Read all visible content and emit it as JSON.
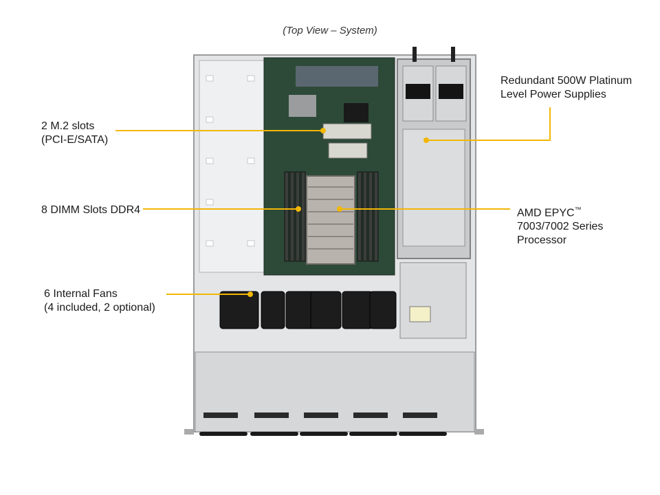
{
  "caption": "(Top View – System)",
  "callouts": {
    "m2": {
      "lines": [
        "2 M.2 slots",
        "(PCI-E/SATA)"
      ]
    },
    "dimm": {
      "lines": [
        "8 DIMM  Slots DDR4"
      ]
    },
    "fans": {
      "lines": [
        "6 Internal  Fans",
        "(4 included, 2 optional)"
      ]
    },
    "psu": {
      "lines": [
        "Redundant  500W Platinum",
        "Level Power Supplies"
      ]
    },
    "cpu": {
      "lines": [
        "AMD EPYC",
        "7003/7002 Series",
        "Processor"
      ],
      "trademark": "™"
    }
  },
  "colors": {
    "callout_line": "#f2b705",
    "chassis": "#d9dadc",
    "board": "#2d4a38",
    "heatsink": "#b8b3ad",
    "fan": "#1c1c1c",
    "psu": "#c9cacc"
  }
}
